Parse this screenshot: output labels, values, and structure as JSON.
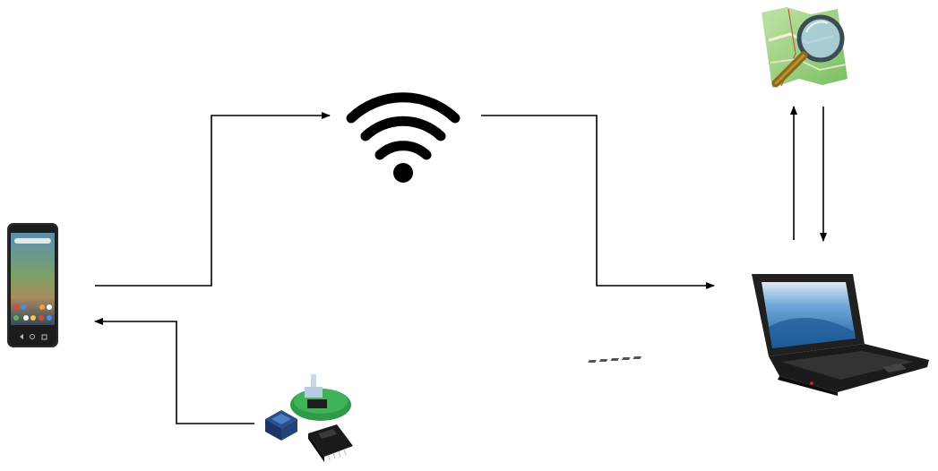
{
  "diagram": {
    "nodes": [
      {
        "id": "smartphone",
        "icon": "smartphone-icon"
      },
      {
        "id": "wifi",
        "icon": "wifi-icon"
      },
      {
        "id": "laptop",
        "icon": "laptop-icon"
      },
      {
        "id": "map-search",
        "icon": "map-search-icon"
      },
      {
        "id": "sensor-chips",
        "icon": "sensor-chips-icon"
      }
    ],
    "edges": [
      {
        "from": "smartphone",
        "to": "wifi"
      },
      {
        "from": "wifi",
        "to": "laptop"
      },
      {
        "from": "laptop",
        "to": "map-search"
      },
      {
        "from": "map-search",
        "to": "laptop"
      },
      {
        "from": "sensor-chips",
        "to": "smartphone"
      }
    ],
    "colors": {
      "line": "#000000",
      "wifi": "#000000",
      "map_green": "#7fc36a",
      "map_pale": "#cfe8b5",
      "lens_blue": "#a9cde0",
      "handle": "#8a6a1e",
      "laptop_screen": "#2f7fc2",
      "phone_body": "#2b2b2b",
      "board_green": "#2f9a4a"
    }
  }
}
